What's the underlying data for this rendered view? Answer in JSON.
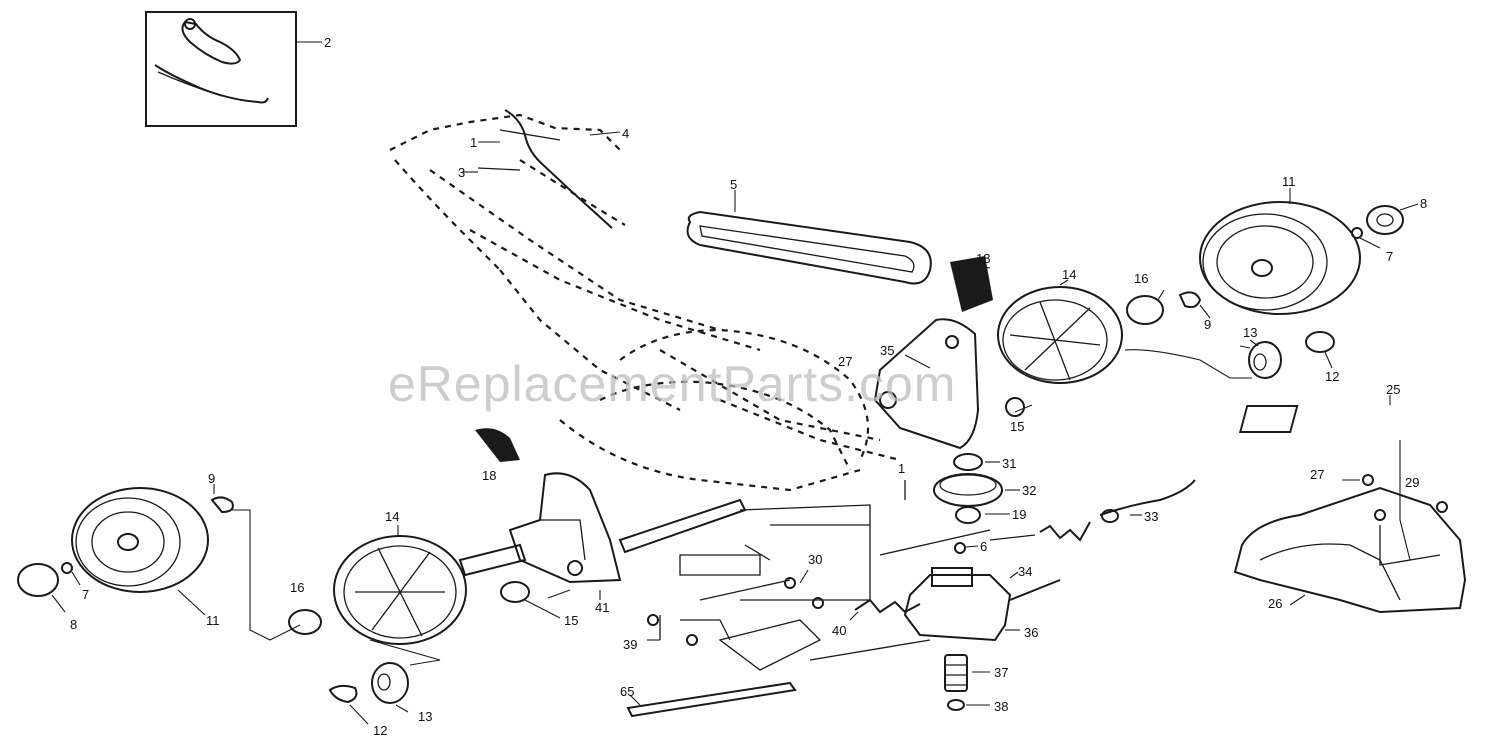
{
  "watermark": "eReplacementParts.com",
  "labels": [
    {
      "id": "callout-2a",
      "text": "2"
    },
    {
      "id": "callout-4",
      "text": "4"
    },
    {
      "id": "callout-1a",
      "text": "1"
    },
    {
      "id": "callout-3",
      "text": "3"
    },
    {
      "id": "callout-5",
      "text": "5"
    },
    {
      "id": "callout-11a",
      "text": "11"
    },
    {
      "id": "callout-8a",
      "text": "8"
    },
    {
      "id": "callout-7a",
      "text": "7"
    },
    {
      "id": "callout-18a",
      "text": "18"
    },
    {
      "id": "callout-14a",
      "text": "14"
    },
    {
      "id": "callout-16a",
      "text": "16"
    },
    {
      "id": "callout-9a",
      "text": "9"
    },
    {
      "id": "callout-13a",
      "text": "13"
    },
    {
      "id": "callout-12a",
      "text": "12"
    },
    {
      "id": "callout-27a",
      "text": "27"
    },
    {
      "id": "callout-35",
      "text": "35"
    },
    {
      "id": "callout-15a",
      "text": "15"
    },
    {
      "id": "callout-25",
      "text": "25"
    },
    {
      "id": "callout-18b",
      "text": "18"
    },
    {
      "id": "callout-31",
      "text": "31"
    },
    {
      "id": "callout-32",
      "text": "32"
    },
    {
      "id": "callout-1b",
      "text": "1"
    },
    {
      "id": "callout-19",
      "text": "19"
    },
    {
      "id": "callout-33",
      "text": "33"
    },
    {
      "id": "callout-27b",
      "text": "27"
    },
    {
      "id": "callout-29",
      "text": "29"
    },
    {
      "id": "callout-9b",
      "text": "9"
    },
    {
      "id": "callout-14b",
      "text": "14"
    },
    {
      "id": "callout-6",
      "text": "6"
    },
    {
      "id": "callout-30",
      "text": "30"
    },
    {
      "id": "callout-34",
      "text": "34"
    },
    {
      "id": "callout-16b",
      "text": "16"
    },
    {
      "id": "callout-7b",
      "text": "7"
    },
    {
      "id": "callout-11b",
      "text": "11"
    },
    {
      "id": "callout-8b",
      "text": "8"
    },
    {
      "id": "callout-15b",
      "text": "15"
    },
    {
      "id": "callout-41",
      "text": "41"
    },
    {
      "id": "callout-40",
      "text": "40"
    },
    {
      "id": "callout-36",
      "text": "36"
    },
    {
      "id": "callout-26",
      "text": "26"
    },
    {
      "id": "callout-39",
      "text": "39"
    },
    {
      "id": "callout-37",
      "text": "37"
    },
    {
      "id": "callout-13b",
      "text": "13"
    },
    {
      "id": "callout-12b",
      "text": "12"
    },
    {
      "id": "callout-65",
      "text": "65"
    },
    {
      "id": "callout-38",
      "text": "38"
    }
  ]
}
